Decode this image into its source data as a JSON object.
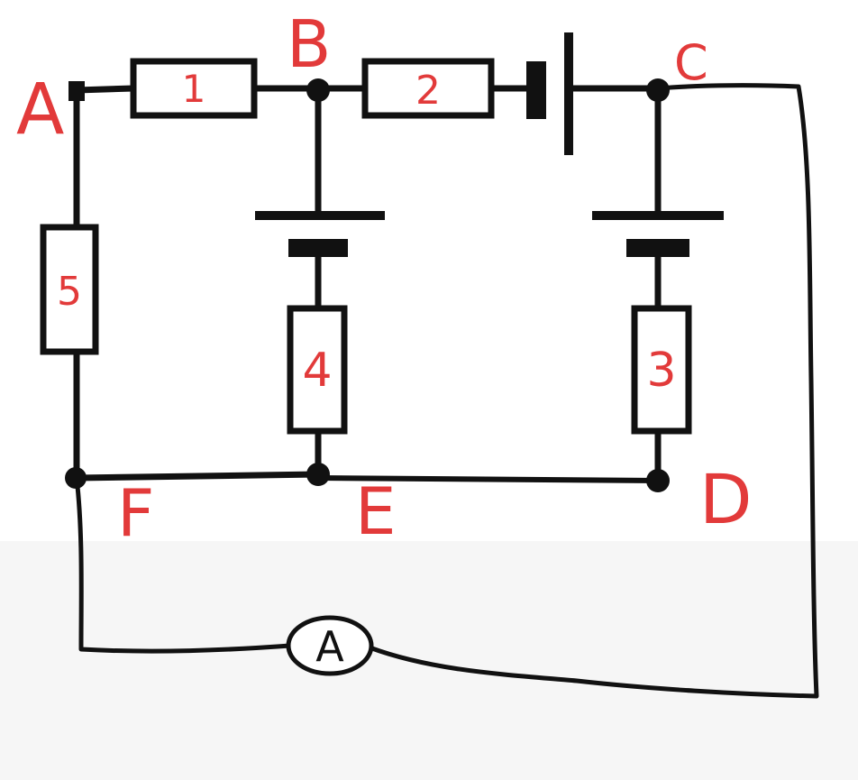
{
  "colors": {
    "ink": "#111111",
    "label": "#e23a3a",
    "background_top": "#ffffff",
    "background_bottom": "#f6f6f6"
  },
  "nodes": {
    "A": "A",
    "B": "B",
    "C": "C",
    "D": "D",
    "E": "E",
    "F": "F"
  },
  "resistors": {
    "r1": "1",
    "r2": "2",
    "r3": "3",
    "r4": "4",
    "r5": "5"
  },
  "ammeter": "A"
}
